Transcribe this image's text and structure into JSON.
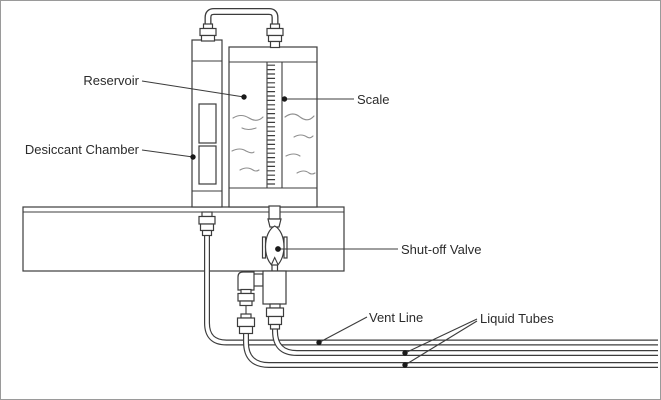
{
  "diagram": {
    "labels": {
      "reservoir": "Reservoir",
      "scale": "Scale",
      "desiccant_chamber": "Desiccant Chamber",
      "shutoff_valve": "Shut-off Valve",
      "vent_line": "Vent Line",
      "liquid_tubes": "Liquid Tubes"
    },
    "colors": {
      "line": "#3c3c3c",
      "wave": "#8f8f8f",
      "label_text": "#2b2b2b",
      "frame": "#9a9a9a",
      "background": "#ffffff"
    }
  }
}
